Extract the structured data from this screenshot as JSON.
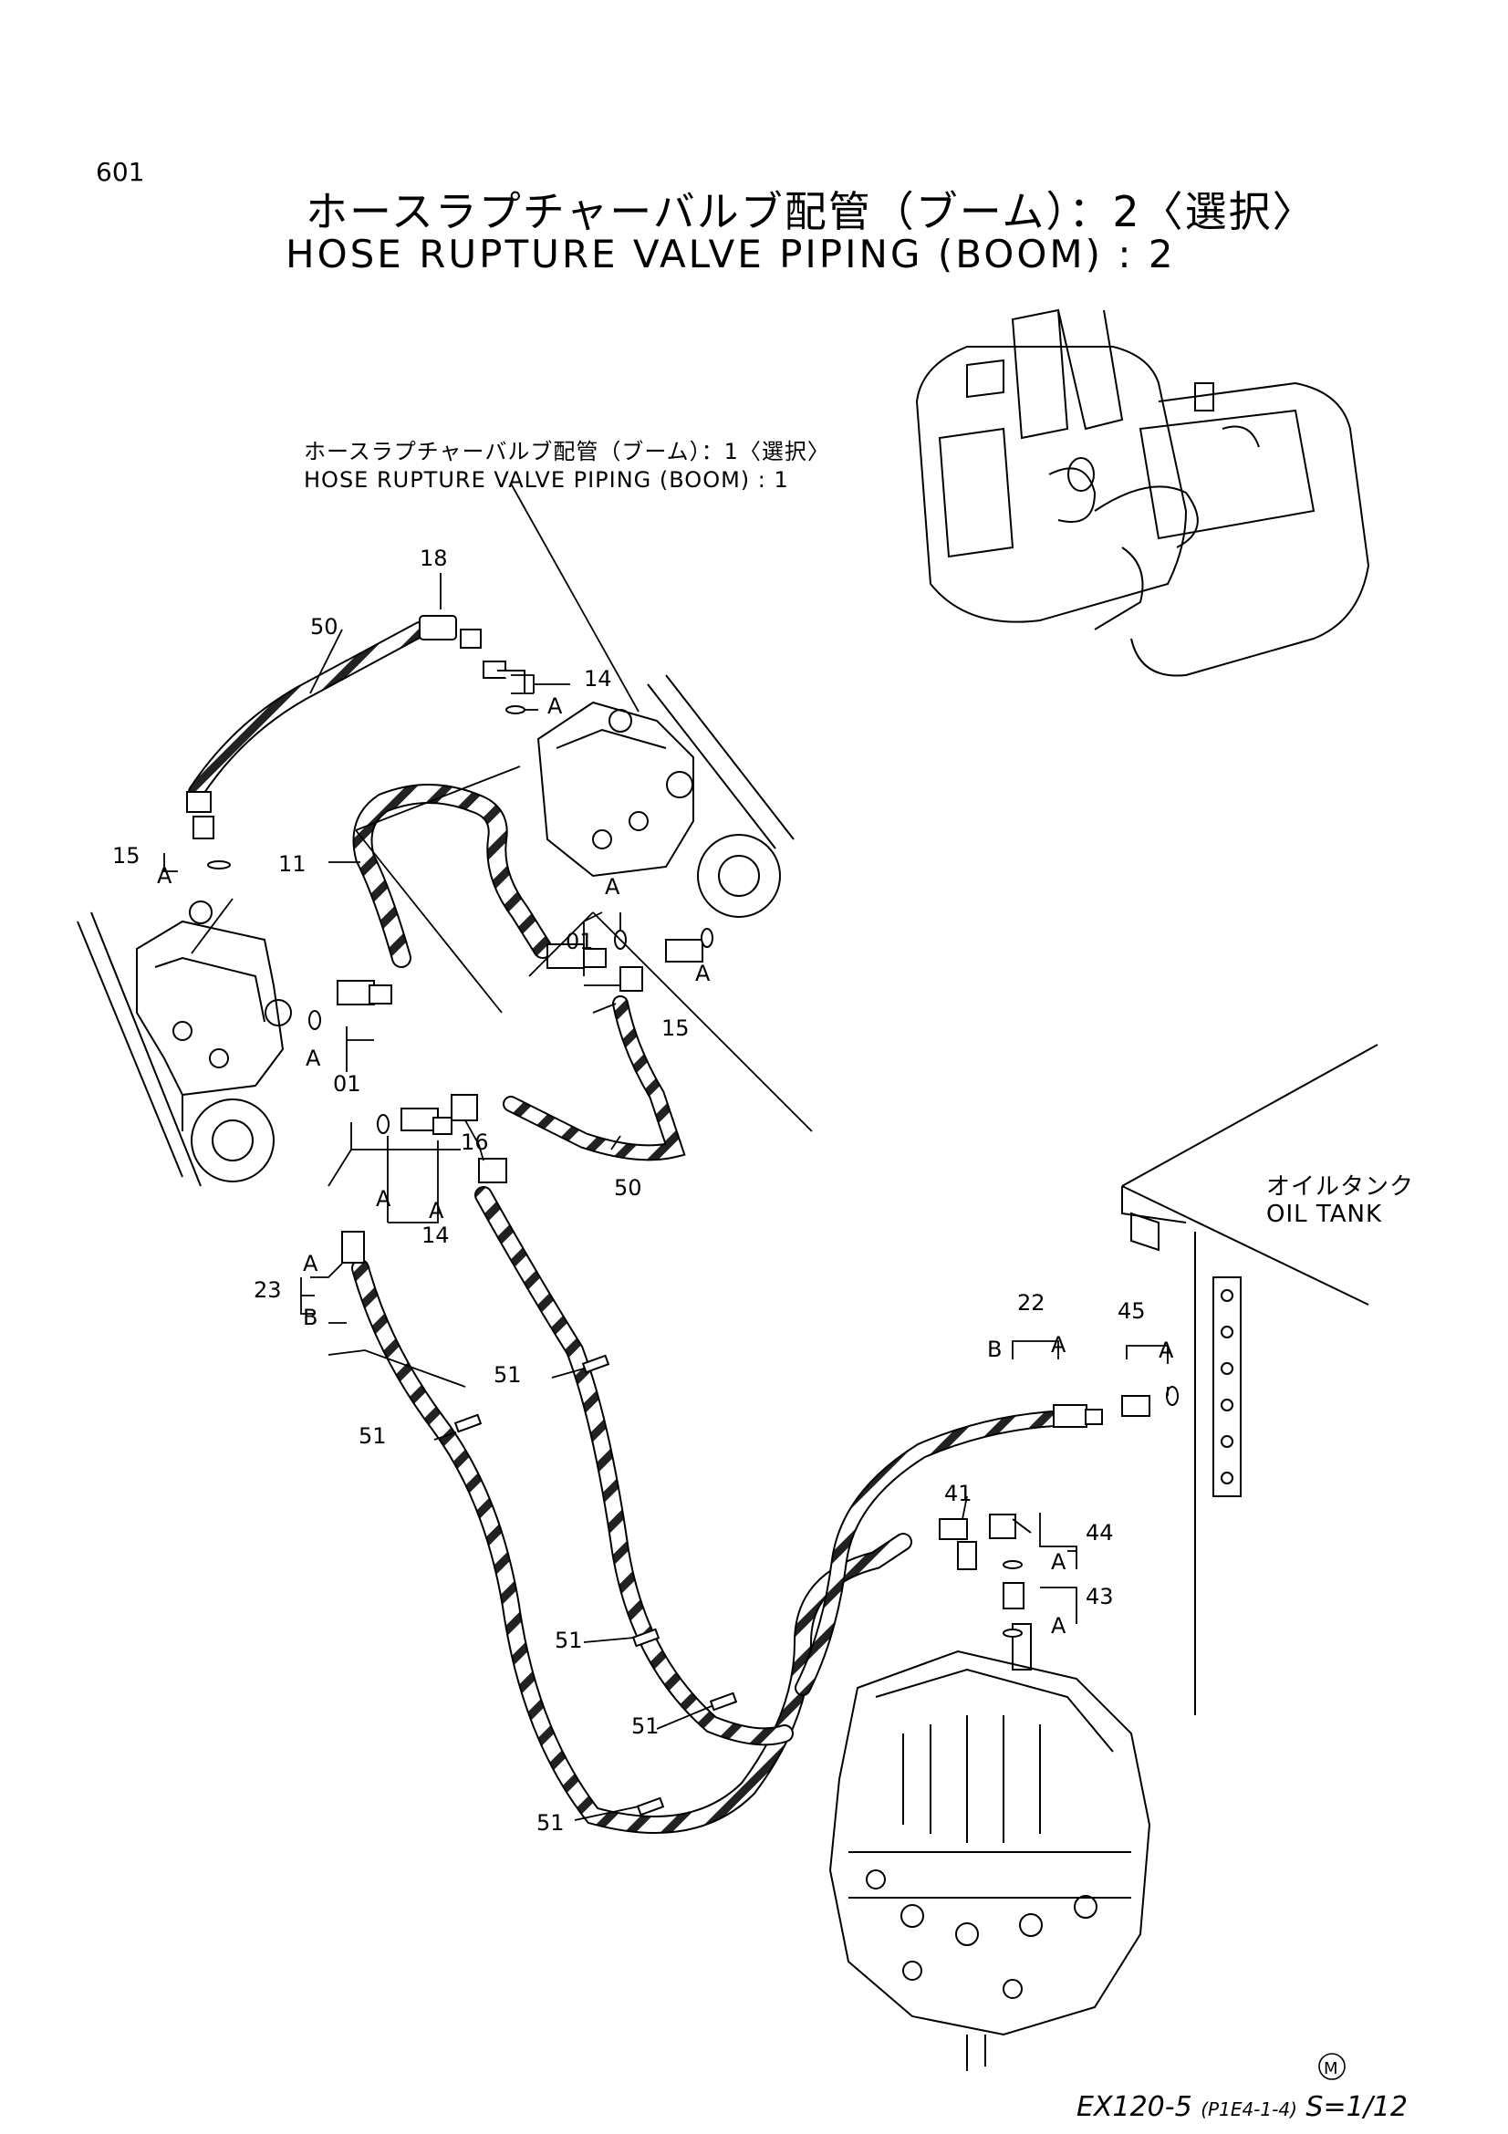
{
  "page_number": "601",
  "title_jp": "ホースラプチャーバルブ配管（ブーム）：2〈選択〉",
  "title_en": "HOSE RUPTURE VALVE PIPING (BOOM) : 2",
  "sub_title_jp": "ホースラプチャーバルブ配管（ブーム）：1〈選択〉",
  "sub_title_en": "HOSE RUPTURE VALVE PIPING (BOOM) : 1",
  "oil_tank_jp": "オイルタンク",
  "oil_tank_en": "OIL TANK",
  "model_main": "EX120-5",
  "model_code": "(P1E4-1-4)",
  "model_scale": "S=1/12",
  "m_mark": "M",
  "callouts": {
    "c18": "18",
    "c50a": "50",
    "c14a": "14",
    "c15a": "15",
    "c11": "11",
    "c01a": "01",
    "c01b": "01",
    "c15b": "15",
    "c16": "16",
    "c50b": "50",
    "c14b": "14",
    "c23": "23",
    "c51a": "51",
    "c51b": "51",
    "c51c": "51",
    "c51d": "51",
    "c51e": "51",
    "c22": "22",
    "c45": "45",
    "c41": "41",
    "c44": "44",
    "c43": "43"
  },
  "seal_marks": {
    "a1": "A",
    "a2": "A",
    "a3": "A",
    "a4": "A",
    "a5": "A",
    "a6": "A",
    "a7": "A",
    "a8": "A",
    "a9": "A",
    "a10": "A",
    "a11": "A",
    "a12": "A",
    "b1": "B",
    "b2": "B"
  }
}
